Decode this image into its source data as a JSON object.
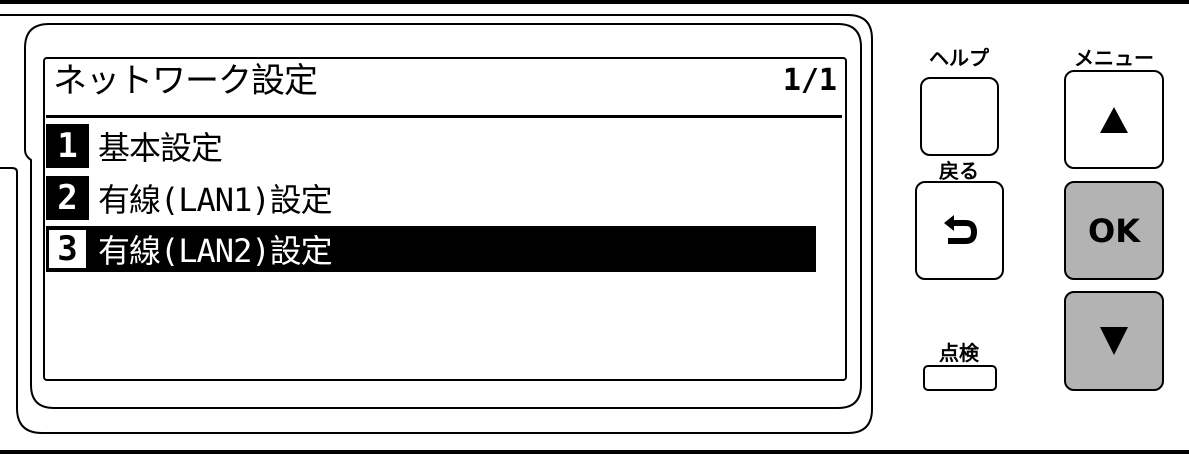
{
  "screen": {
    "title": "ネットワーク設定",
    "page_indicator": "1/1",
    "items": [
      {
        "number": "1",
        "label": "基本設定",
        "selected": false
      },
      {
        "number": "2",
        "label": "有線(LAN1)設定",
        "selected": false
      },
      {
        "number": "3",
        "label": "有線(LAN2)設定",
        "selected": true
      }
    ]
  },
  "buttons": {
    "help_label": "ヘルプ",
    "back_label": "戻る",
    "check_label": "点検",
    "menu_label": "メニュー",
    "ok_label": "OK"
  },
  "colors": {
    "ok_button": "#b3b3b3",
    "down_button": "#b3b3b3"
  }
}
